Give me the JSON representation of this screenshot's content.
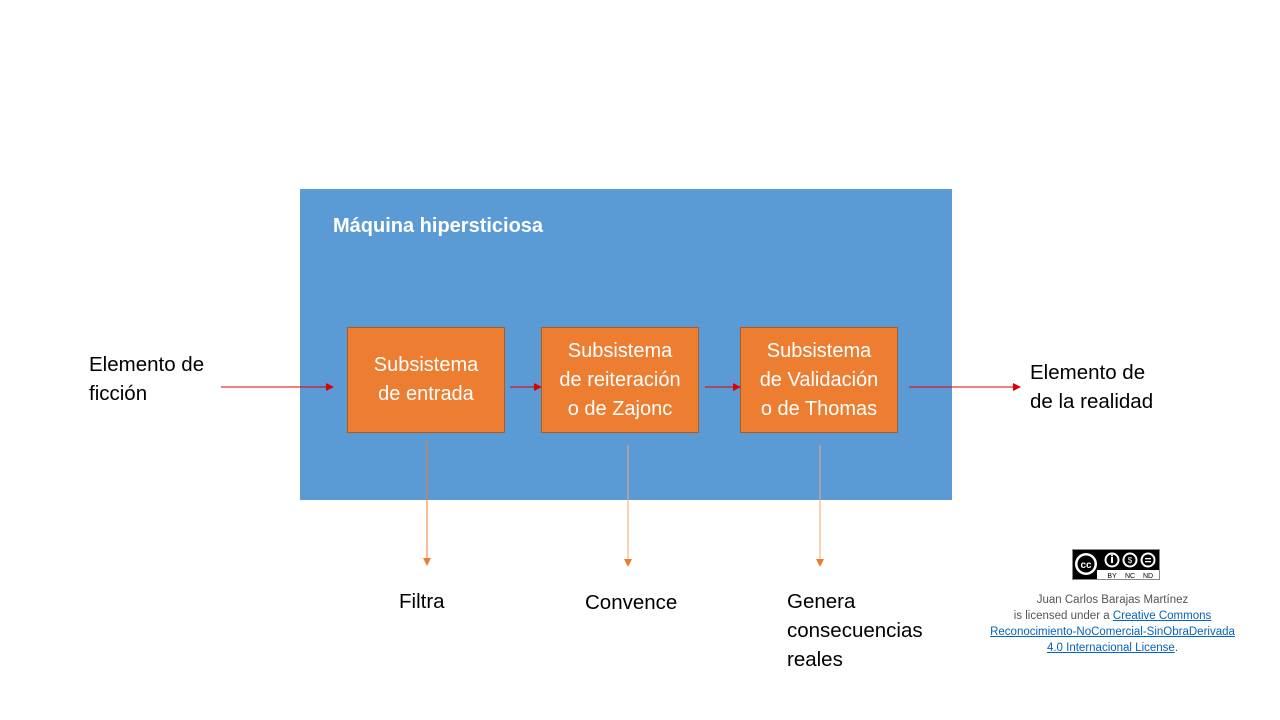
{
  "machine": {
    "title": "Máquina hipersticiosa",
    "color": "#5B9BD5"
  },
  "input": {
    "line1": "Elemento de",
    "line2": "ficción"
  },
  "output": {
    "line1": "Elemento de",
    "line2": "de la realidad"
  },
  "subsystems": [
    {
      "lines": [
        "Subsistema",
        "de entrada"
      ],
      "effect": [
        "Filtra"
      ]
    },
    {
      "lines": [
        "Subsistema",
        "de reiteración",
        "o de Zajonc"
      ],
      "effect": [
        "Convence"
      ]
    },
    {
      "lines": [
        "Subsistema",
        "de Validación",
        "o de Thomas"
      ],
      "effect": [
        "Genera",
        "consecuencias",
        "reales"
      ]
    }
  ],
  "license": {
    "author": "Juan Carlos Barajas Martínez",
    "prefix": "is licensed  under a",
    "link1": "Creative  Commons",
    "link2": " Reconocimiento-NoComercial-SinObraDerivada",
    "link3": "4.0 Internacional  License",
    "suffix": ".",
    "badge": {
      "cc": "cc",
      "by": "BY",
      "nc": "NC",
      "nd": "ND"
    }
  }
}
